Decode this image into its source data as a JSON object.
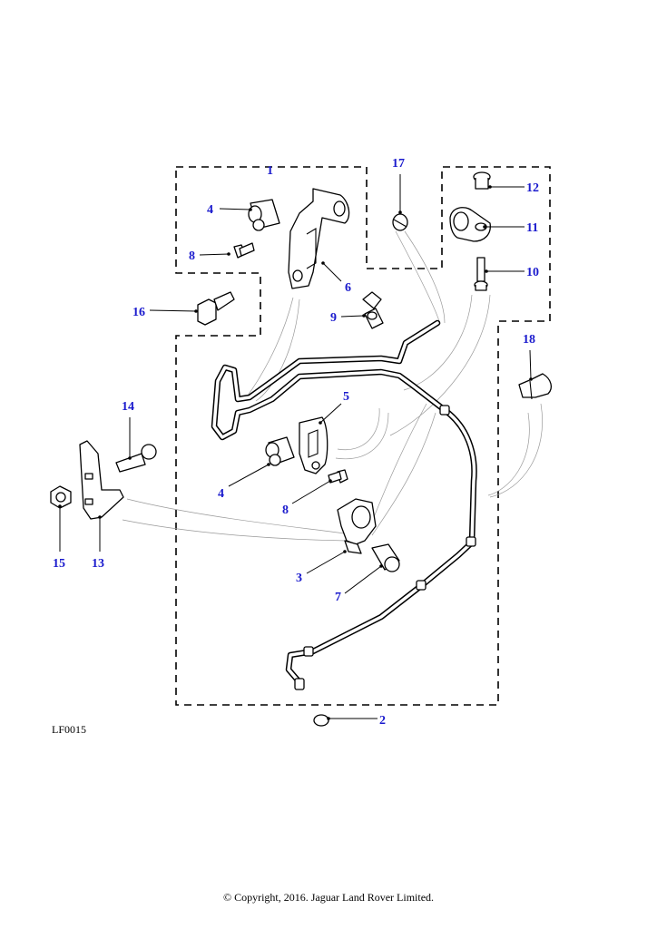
{
  "diagram": {
    "reference_code": "LF0015",
    "copyright": "© Copyright, 2016. Jaguar Land Rover Limited.",
    "callouts": {
      "c1": "1",
      "c2": "2",
      "c3": "3",
      "c4a": "4",
      "c4b": "4",
      "c5": "5",
      "c6": "6",
      "c7": "7",
      "c8a": "8",
      "c8b": "8",
      "c9": "9",
      "c10": "10",
      "c11": "11",
      "c12": "12",
      "c13": "13",
      "c14": "14",
      "c15": "15",
      "c16": "16",
      "c17": "17",
      "c18": "18"
    },
    "colors": {
      "callout": "#1a1acd",
      "line": "#000000",
      "background": "#ffffff"
    }
  }
}
